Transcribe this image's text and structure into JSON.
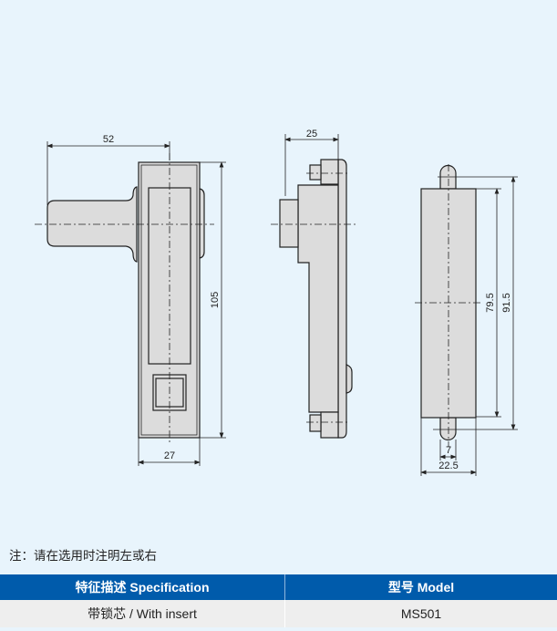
{
  "dimensions": {
    "front_handle_length": "52",
    "front_height": "105",
    "front_width": "27",
    "side_depth": "25",
    "back_inner_height": "79.5",
    "back_outer_height": "91.5",
    "back_tab_width": "7",
    "back_width": "22.5"
  },
  "note": "注：请在选用时注明左或右",
  "table": {
    "headers": [
      "特征描述 Specification",
      "型号 Model"
    ],
    "rows": [
      [
        "带锁芯 / With insert",
        "MS501"
      ]
    ]
  },
  "colors": {
    "background": "#e8f4fc",
    "header": "#005bab",
    "part_fill": "#dcdcdc"
  }
}
